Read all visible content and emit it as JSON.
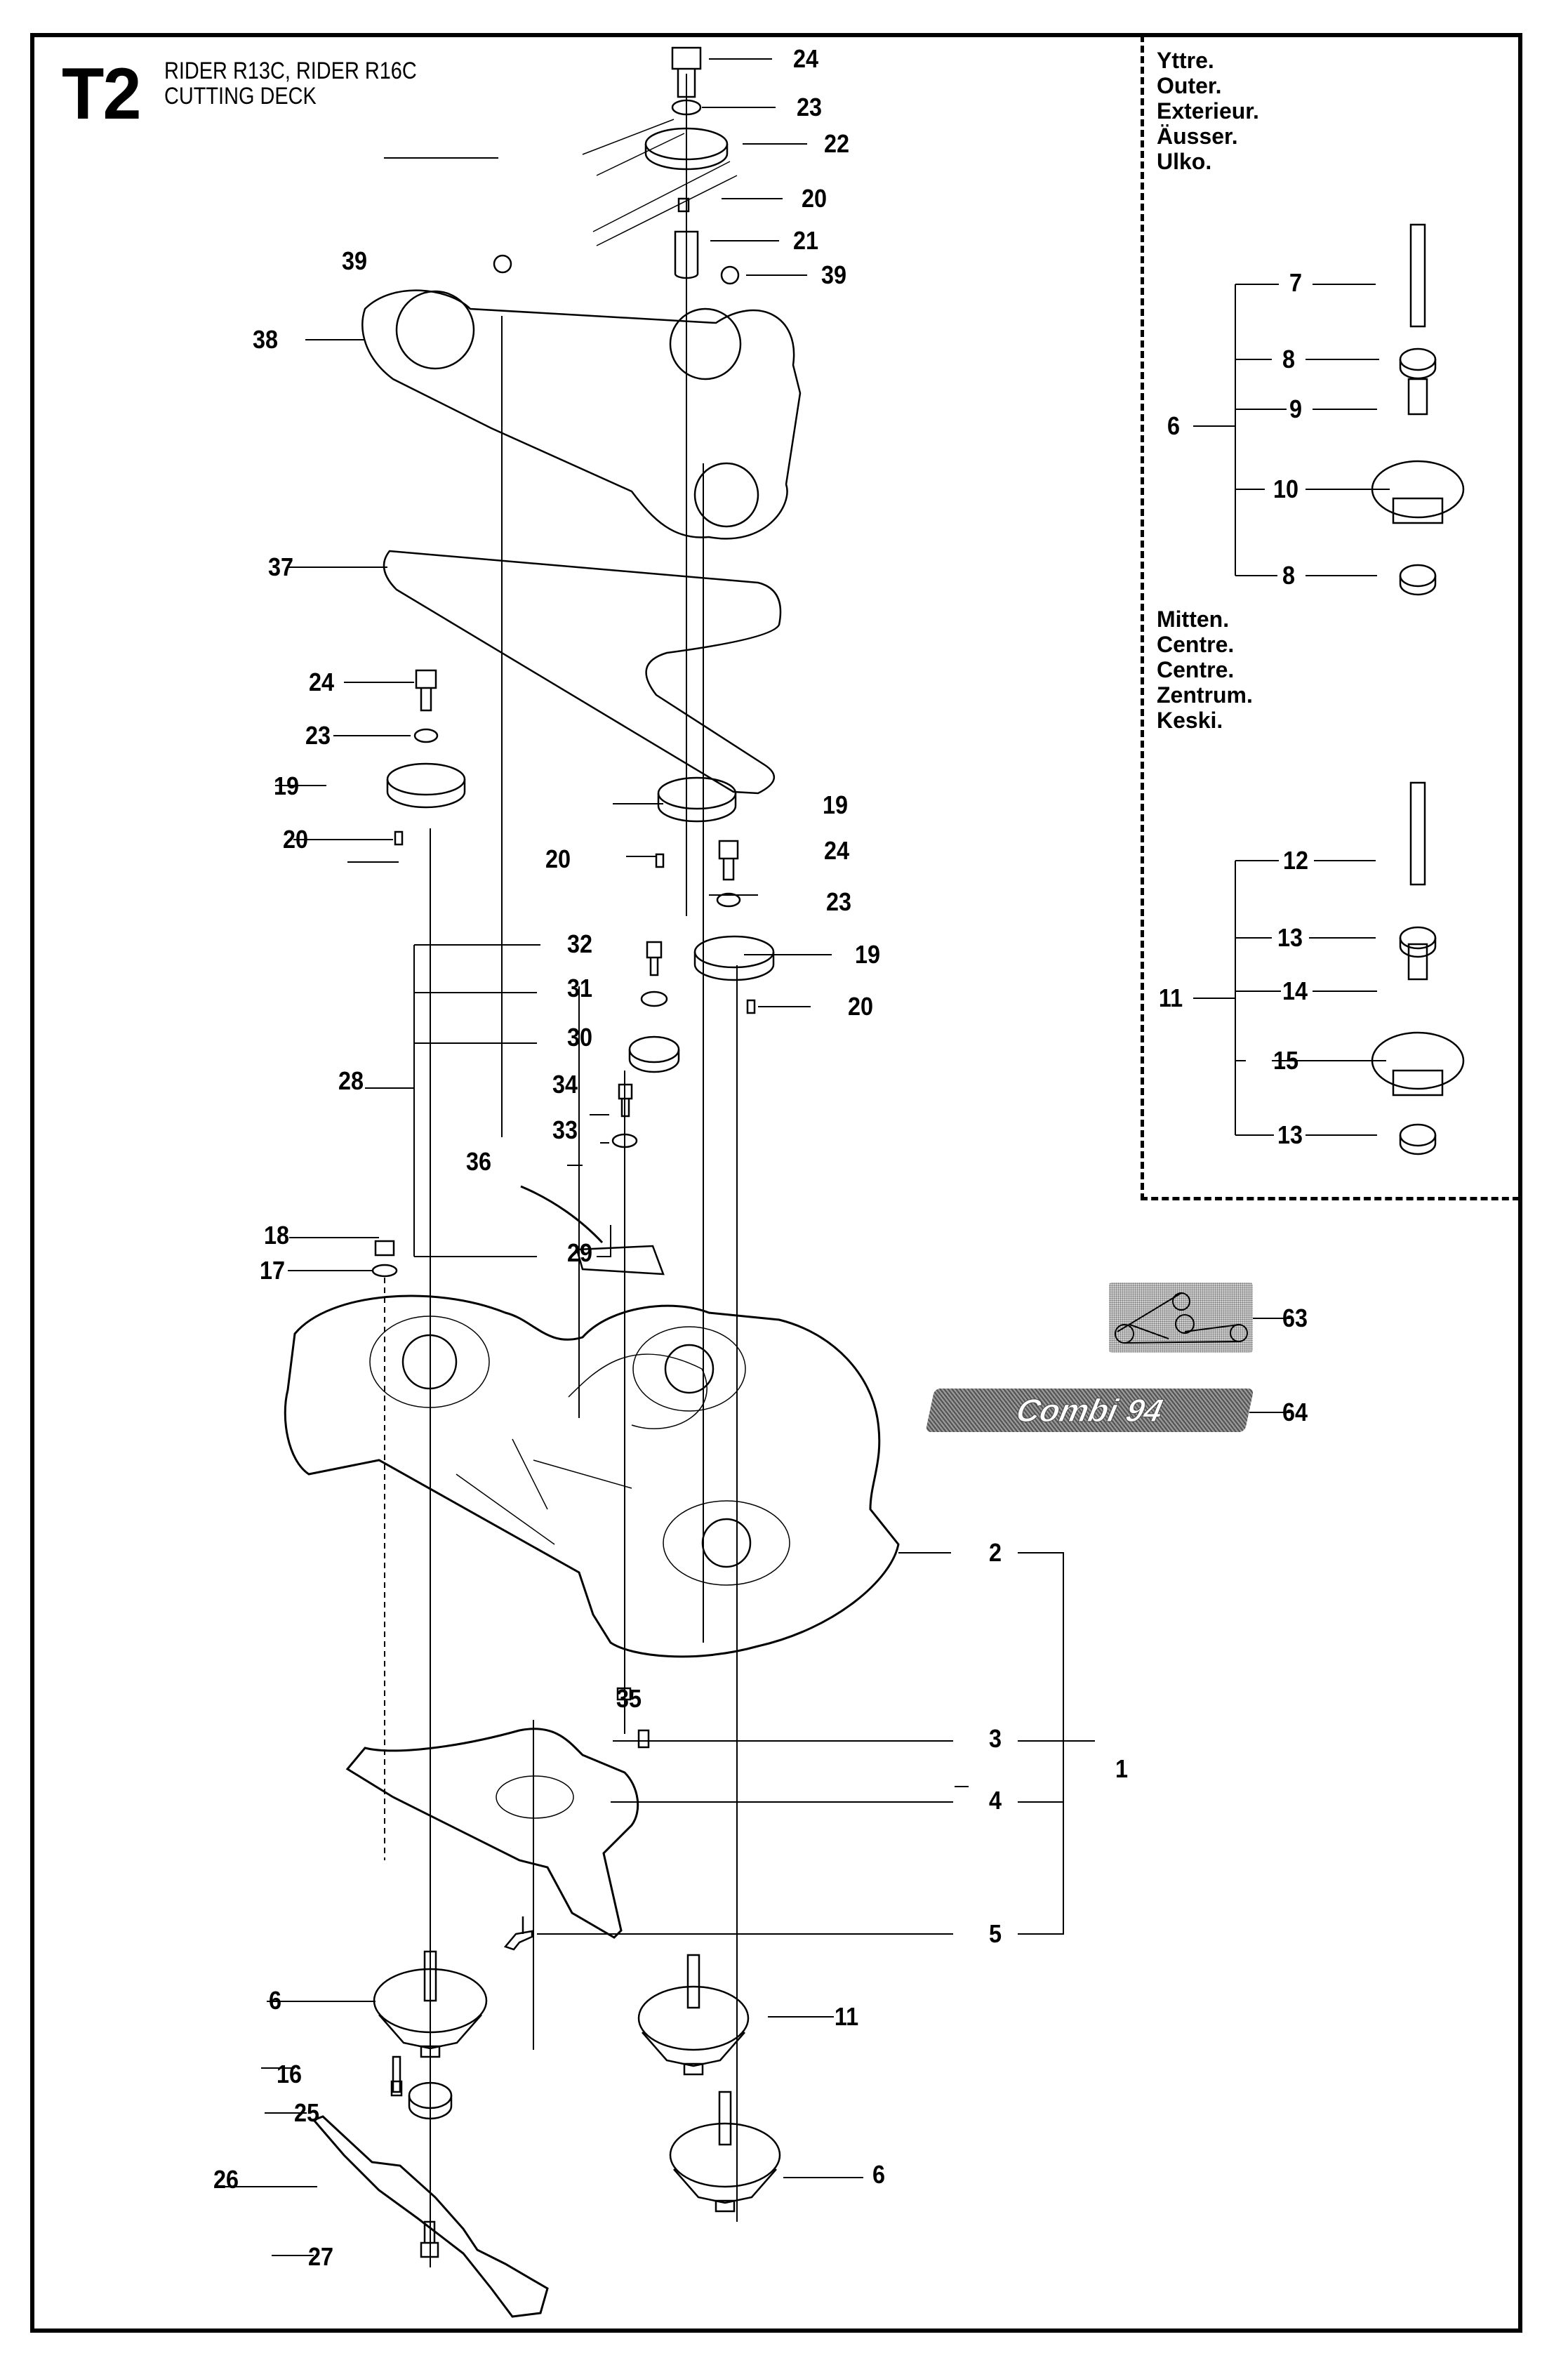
{
  "header": {
    "code": "T2",
    "model_line": "RIDER R13C, RIDER R16C",
    "section_title": "CUTTING DECK"
  },
  "inset": {
    "outer_labels": [
      "Yttre.",
      "Outer.",
      "Exterieur.",
      "Äusser.",
      "Ulko."
    ],
    "centre_labels": [
      "Mitten.",
      "Centre.",
      "Centre.",
      "Zentrum.",
      "Keski."
    ],
    "outer_spindle": {
      "assembly": "6",
      "parts": [
        "7",
        "8",
        "9",
        "10",
        "8"
      ]
    },
    "centre_spindle": {
      "assembly": "11",
      "parts": [
        "12",
        "13",
        "14",
        "15",
        "13"
      ]
    }
  },
  "decals": {
    "belt_diagram_part": "63",
    "model_decal_part": "64",
    "model_decal_text": "Combi 94"
  },
  "callouts": {
    "c24a": "24",
    "c23a": "23",
    "c22": "22",
    "c20a": "20",
    "c21": "21",
    "c39a": "39",
    "c39b": "39",
    "c38": "38",
    "c37": "37",
    "c24b": "24",
    "c23b": "23",
    "c19a": "19",
    "c20b": "20",
    "c19b": "19",
    "c20c": "20",
    "c24c": "24",
    "c23c": "23",
    "c19c": "19",
    "c20d": "20",
    "c32": "32",
    "c31": "31",
    "c30": "30",
    "c28": "28",
    "c34": "34",
    "c33": "33",
    "c36": "36",
    "c29": "29",
    "c18": "18",
    "c17": "17",
    "c2": "2",
    "c35": "35",
    "c3": "3",
    "c1": "1",
    "c4": "4",
    "c5": "5",
    "c6a": "6",
    "c16": "16",
    "c25": "25",
    "c26": "26",
    "c27": "27",
    "c11": "11",
    "c6b": "6",
    "i7": "7",
    "i8a": "8",
    "i9": "9",
    "i6": "6",
    "i10": "10",
    "i8b": "8",
    "i12": "12",
    "i13a": "13",
    "i14": "14",
    "i11": "11",
    "i15": "15",
    "i13b": "13",
    "c63": "63",
    "c64": "64"
  }
}
